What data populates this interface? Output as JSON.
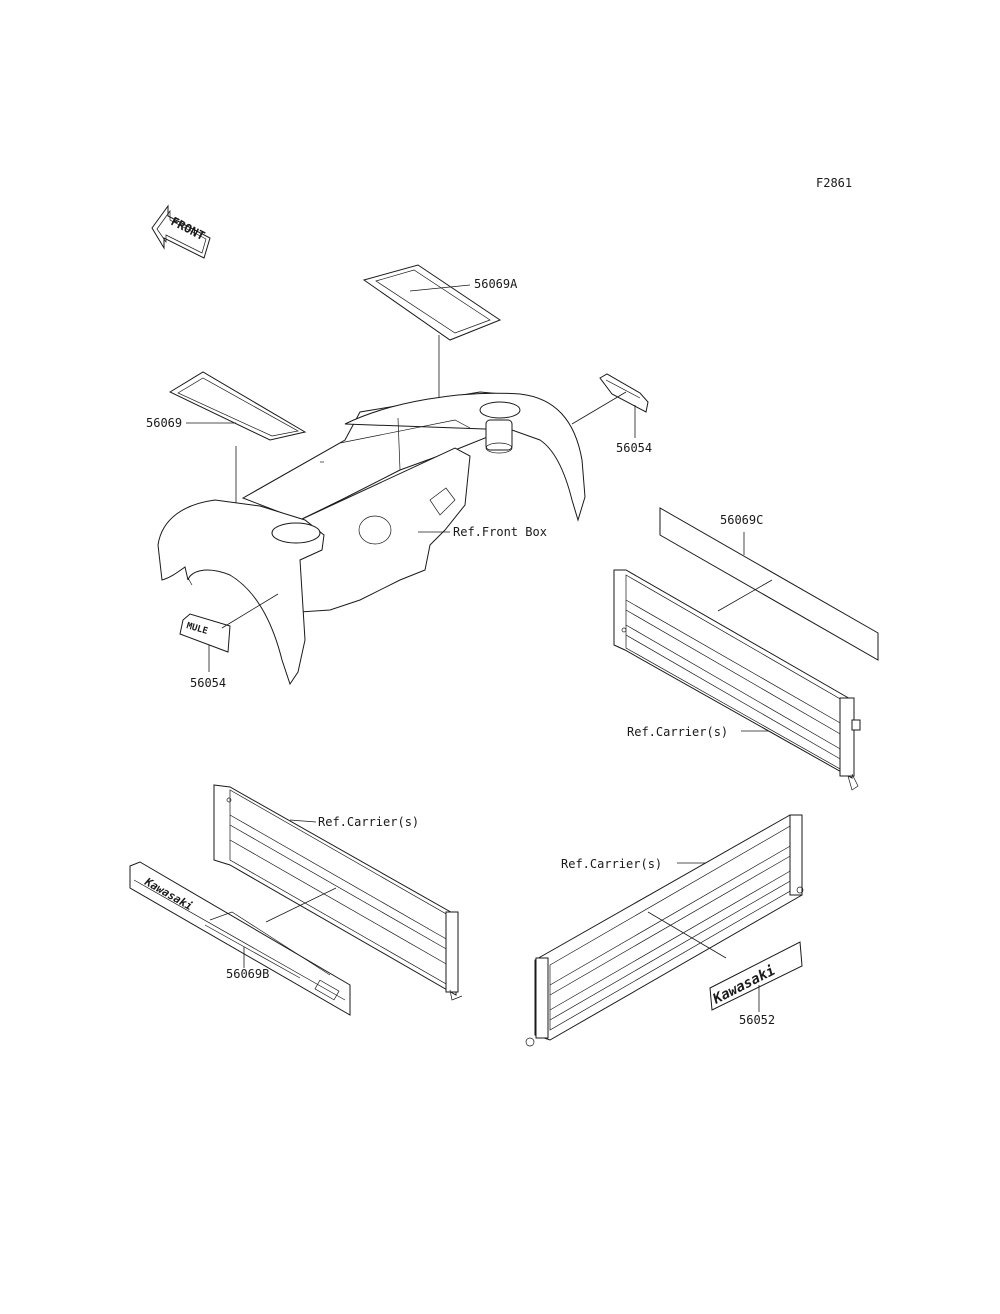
{
  "figure_code": "F2861",
  "front_arrow_label": "FRONT",
  "callouts": {
    "p56069A": "56069A",
    "p56069": "56069",
    "p56054_right": "56054",
    "ref_front_box": "Ref.Front Box",
    "p56069C": "56069C",
    "p56054_left": "56054",
    "ref_carriers_right": "Ref.Carrier(s)",
    "ref_carriers_left": "Ref.Carrier(s)",
    "ref_carriers_bottom": "Ref.Carrier(s)",
    "p56069B": "56069B",
    "p56052": "56052"
  },
  "decal_text": {
    "mule": "MULE",
    "kawasaki_stripe": "Kawasaki",
    "kawasaki_badge": "Kawasaki"
  }
}
